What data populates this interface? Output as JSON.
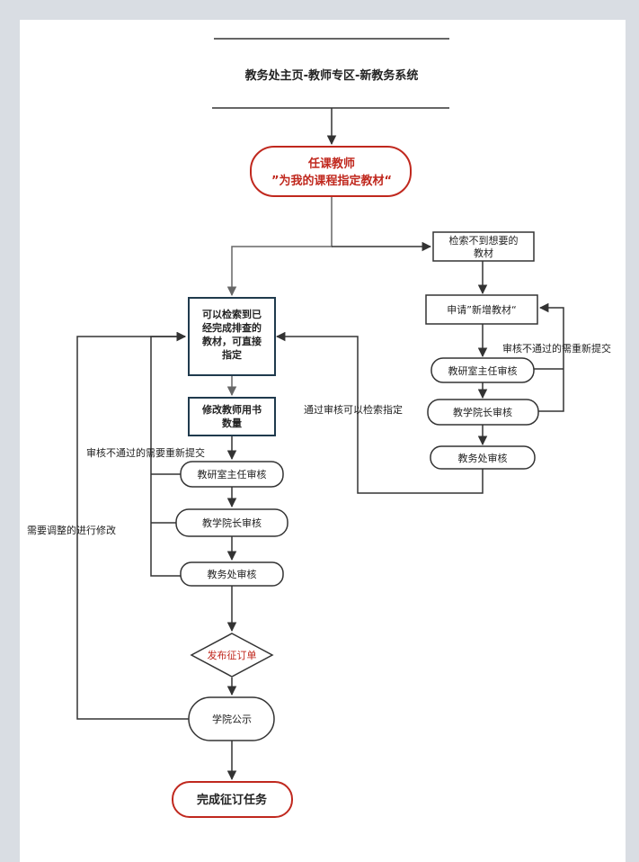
{
  "header": {
    "title": "教务处主页-教师专区-新教务系统"
  },
  "nodes": {
    "start_line1": "任课教师",
    "start_line2": "”为我的课程指定教材“",
    "search_fail_line1": "检索不到想要的",
    "search_fail_line2": "教材",
    "apply_new": "申请”新增教材“",
    "right_dept_review": "教研室主任审核",
    "right_dean_review": "教学院长审核",
    "right_office_review": "教务处审核",
    "can_search_line1": "可以检索到已",
    "can_search_line2": "经完成排查的",
    "can_search_line3": "教材，可直接",
    "can_search_line4": "指定",
    "modify_qty_line1": "修改教师用书",
    "modify_qty_line2": "数量",
    "left_dept_review": "教研室主任审核",
    "left_dean_review": "教学院长审核",
    "left_office_review": "教务处审核",
    "publish_order": "发布征订单",
    "college_notice": "学院公示",
    "end": "完成征订任务"
  },
  "labels": {
    "right_resubmit": "审核不通过的需重新提交",
    "pass_can_search": "通过审核可以检索指定",
    "left_resubmit": "审核不通过的需要重新提交",
    "adjust_modify": "需要调整的进行修改"
  },
  "colors": {
    "accent_red": "#c0281e",
    "line": "#333333",
    "gray_arrow": "#666666",
    "box_border": "#1f3a4d"
  }
}
